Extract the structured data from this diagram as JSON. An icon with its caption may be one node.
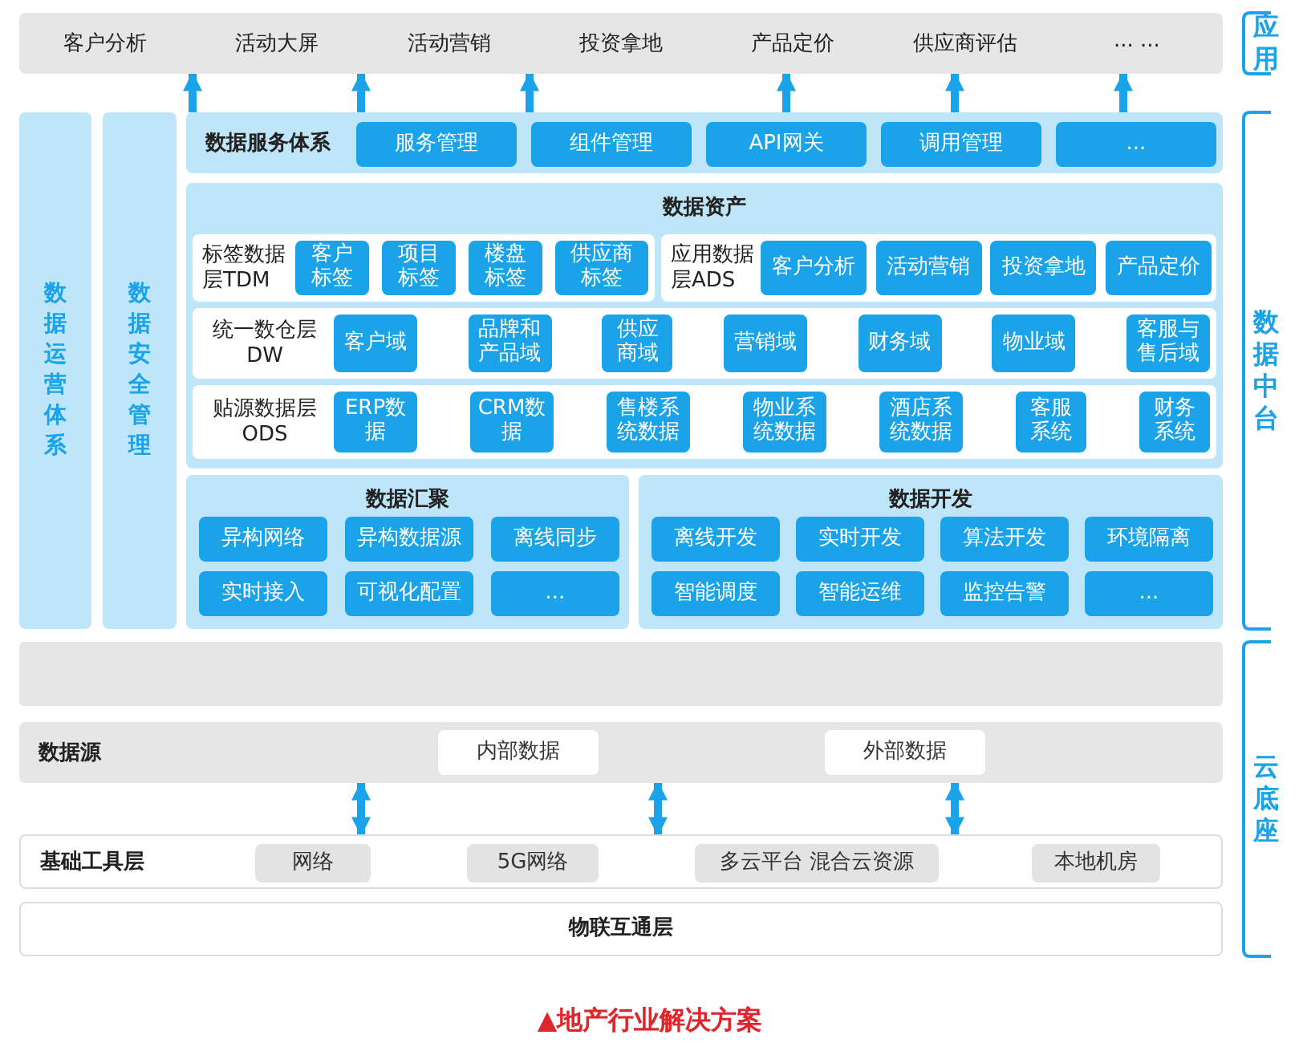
{
  "diagram": {
    "caption": "▲地产行业解决方案",
    "nodes": [
      {
        "text": [
          "客户分析",
          "活动大屏",
          "活动营销",
          "投资拿地",
          "产品定价",
          "供应商评估",
          "... ..."
        ]
      },
      {
        "text": [
          "数据运营体系"
        ]
      },
      {
        "text": [
          "数据安全管理"
        ]
      },
      {
        "text": [
          "数据服务体系"
        ]
      },
      {
        "text": [
          "服务管理"
        ],
        "in": 3
      },
      {
        "text": [
          "组件管理"
        ],
        "in": 3
      },
      {
        "text": [
          "API网关"
        ],
        "in": 3
      },
      {
        "text": [
          "调用管理"
        ],
        "in": 3
      },
      {
        "text": [
          "..."
        ],
        "in": 3
      },
      {
        "text": [
          "数据资产"
        ]
      },
      {
        "text": [
          "标签数据层TDM"
        ],
        "in": 9
      },
      {
        "text": [
          "客户标签"
        ],
        "in": 10
      },
      {
        "text": [
          "项目标签"
        ],
        "in": 10
      },
      {
        "text": [
          "楼盘标签"
        ],
        "in": 10
      },
      {
        "text": [
          "供应商标签"
        ],
        "in": 10
      },
      {
        "text": [
          "应用数据层ADS"
        ],
        "in": 9
      },
      {
        "text": [
          "客户分析"
        ],
        "in": 15
      },
      {
        "text": [
          "活动营销"
        ],
        "in": 15
      },
      {
        "text": [
          "投资拿地"
        ],
        "in": 15
      },
      {
        "text": [
          "产品定价"
        ],
        "in": 15
      },
      {
        "text": [
          "统一数仓层DW"
        ],
        "in": 9
      },
      {
        "text": [
          "客户域"
        ],
        "in": 20
      },
      {
        "text": [
          "品牌和产品域"
        ],
        "in": 20
      },
      {
        "text": [
          "供应商域"
        ],
        "in": 20
      },
      {
        "text": [
          "营销域"
        ],
        "in": 20
      },
      {
        "text": [
          "财务域"
        ],
        "in": 20
      },
      {
        "text": [
          "物业域"
        ],
        "in": 20
      },
      {
        "text": [
          "客服与售后域"
        ],
        "in": 20
      },
      {
        "text": [
          "贴源数据层ODS"
        ],
        "in": 9
      },
      {
        "text": [
          "ERP数据"
        ],
        "in": 28
      },
      {
        "text": [
          "CRM数据"
        ],
        "in": 28
      },
      {
        "text": [
          "售楼系统数据"
        ],
        "in": 28
      },
      {
        "text": [
          "物业系统数据"
        ],
        "in": 28
      },
      {
        "text": [
          "酒店系统数据"
        ],
        "in": 28
      },
      {
        "text": [
          "客服系统"
        ],
        "in": 28
      },
      {
        "text": [
          "财务系统"
        ],
        "in": 28
      },
      {
        "text": [
          "数据汇聚"
        ]
      },
      {
        "text": [
          "异构网络"
        ],
        "in": 36
      },
      {
        "text": [
          "异构数据源"
        ],
        "in": 36
      },
      {
        "text": [
          "离线同步"
        ],
        "in": 36
      },
      {
        "text": [
          "实时接入"
        ],
        "in": 36
      },
      {
        "text": [
          "可视化配置"
        ],
        "in": 36
      },
      {
        "text": [
          "..."
        ],
        "in": 36
      },
      {
        "text": [
          "数据开发"
        ]
      },
      {
        "text": [
          "离线开发"
        ],
        "in": 43
      },
      {
        "text": [
          "实时开发"
        ],
        "in": 43
      },
      {
        "text": [
          "算法开发"
        ],
        "in": 43
      },
      {
        "text": [
          "环境隔离"
        ],
        "in": 43
      },
      {
        "text": [
          "智能调度"
        ],
        "in": 43
      },
      {
        "text": [
          "智能运维"
        ],
        "in": 43
      },
      {
        "text": [
          "监控告警"
        ],
        "in": 43
      },
      {
        "text": [
          "..."
        ],
        "in": 43
      },
      {
        "text": [],
        "shape": "bar"
      },
      {
        "text": [
          "数据源"
        ]
      },
      {
        "text": [
          "内部数据"
        ],
        "in": 53
      },
      {
        "text": [
          "外部数据"
        ],
        "in": 53
      },
      {
        "text": [
          "基础工具层"
        ]
      },
      {
        "text": [
          "网络"
        ],
        "in": 56
      },
      {
        "text": [
          "5G网络"
        ],
        "in": 56
      },
      {
        "text": [
          "多云平台 混合云资源"
        ],
        "in": 56
      },
      {
        "text": [
          "本地机房"
        ],
        "in": 56
      },
      {
        "text": [
          "物联互通层"
        ]
      }
    ],
    "edges": [
      {
        "from": 3,
        "to": 0,
        "arrow": "to"
      },
      {
        "from": 3,
        "to": 0,
        "arrow": "to"
      },
      {
        "from": 3,
        "to": 0,
        "arrow": "to"
      },
      {
        "from": 3,
        "to": 0,
        "arrow": "to"
      },
      {
        "from": 3,
        "to": 0,
        "arrow": "to"
      },
      {
        "from": 3,
        "to": 0,
        "arrow": "to"
      },
      {
        "from": 53,
        "to": 56,
        "arrow": "both"
      },
      {
        "from": 53,
        "to": 56,
        "arrow": "both"
      },
      {
        "from": 53,
        "to": 56,
        "arrow": "both"
      }
    ],
    "labels": [
      "应用",
      "数据中台",
      "云底座"
    ]
  }
}
